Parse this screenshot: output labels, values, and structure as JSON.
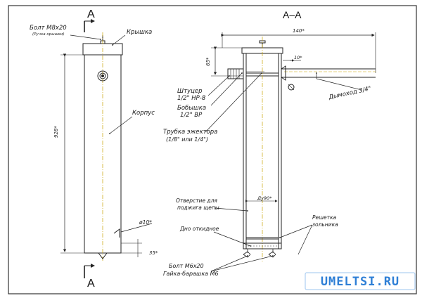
{
  "section_marks": {
    "left_top": "A",
    "left_bottom": "A",
    "section_title": "A–A"
  },
  "left_view": {
    "labels": {
      "bolt_top": "Болт М8х20",
      "bolt_top_sub": "(Ручка крышки)",
      "lid": "Крышка",
      "body": "Корпус"
    },
    "dims": {
      "height": "928*",
      "hole": "ø10*",
      "angle": "35*"
    }
  },
  "right_view": {
    "labels": {
      "fitting": "Штуцер",
      "fitting_sub": "1/2\" НР-8",
      "bushing": "Бобышка",
      "bushing_sub": "1/2\" ВР",
      "ejector": "Трубка эжектора",
      "ejector_sub": "(1/8\" или 1/4\")",
      "chimney": "Дымоход 3/4\"",
      "hole": "Отверстие для",
      "hole_sub": "поджига щепы",
      "grate": "Решетка",
      "grate_sub": "зольника",
      "bottom": "Дно откидное",
      "bolt_bottom": "Болт М6х20",
      "nut": "Гайка-барашка М6"
    },
    "dims": {
      "width": "140*",
      "top_h": "65*",
      "pipe_gap": "10*",
      "inner_d": "Ду90*"
    }
  },
  "watermark": {
    "text": "UMELTSI.RU",
    "color": "#2e7fd6"
  }
}
